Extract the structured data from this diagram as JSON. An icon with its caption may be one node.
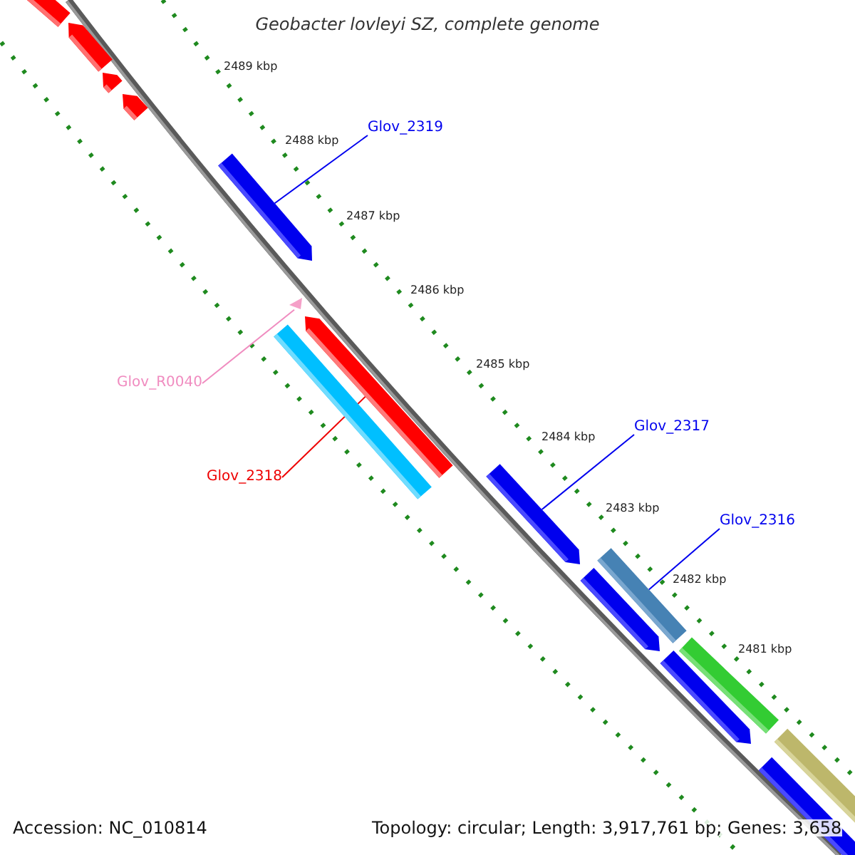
{
  "diagram": {
    "title": "Geobacter lovleyi SZ, complete genome",
    "nodes": [
      {
        "text": [],
        "shape": "bar"
      },
      {
        "text": [],
        "shape": "arrow"
      },
      {
        "text": [],
        "shape": "arrow"
      },
      {
        "text": [],
        "shape": "arrow"
      },
      {
        "text": [
          "Glov_2319"
        ]
      },
      {
        "text": [],
        "shape": "arrow"
      },
      {
        "text": [],
        "shape": "triangle"
      },
      {
        "text": [
          "Glov_R0040"
        ]
      },
      {
        "text": [],
        "shape": "arrow"
      },
      {
        "text": [],
        "shape": "bar"
      },
      {
        "text": [
          "Glov_2318"
        ]
      },
      {
        "text": [
          "Glov_2317"
        ]
      },
      {
        "text": [],
        "shape": "arrow"
      },
      {
        "text": [
          "Glov_2316"
        ]
      },
      {
        "text": [],
        "shape": "bar"
      },
      {
        "text": [],
        "shape": "arrow"
      },
      {
        "text": [],
        "shape": "arrow"
      },
      {
        "text": [],
        "shape": "bar"
      },
      {
        "text": [],
        "shape": "bar"
      },
      {
        "text": [],
        "shape": "arrow"
      }
    ],
    "edges": [
      {
        "from": 4,
        "to": 5,
        "arrow": "none"
      },
      {
        "from": 7,
        "to": 6,
        "arrow": "none",
        "color": "#f08cc0"
      },
      {
        "from": 10,
        "to": 8,
        "arrow": "none",
        "color": "#ee0000"
      },
      {
        "from": 11,
        "to": 12,
        "arrow": "none"
      },
      {
        "from": 13,
        "to": 14,
        "arrow": "none"
      }
    ],
    "labels": [
      "2489 kbp",
      "2488 kbp",
      "2487 kbp",
      "2486 kbp",
      "2485 kbp",
      "2484 kbp",
      "2483 kbp",
      "2482 kbp",
      "2481 kbp",
      "Accession: NC_010814",
      "Topology: circular; Length: 3,917,761 bp; Genes: 3,658"
    ]
  }
}
